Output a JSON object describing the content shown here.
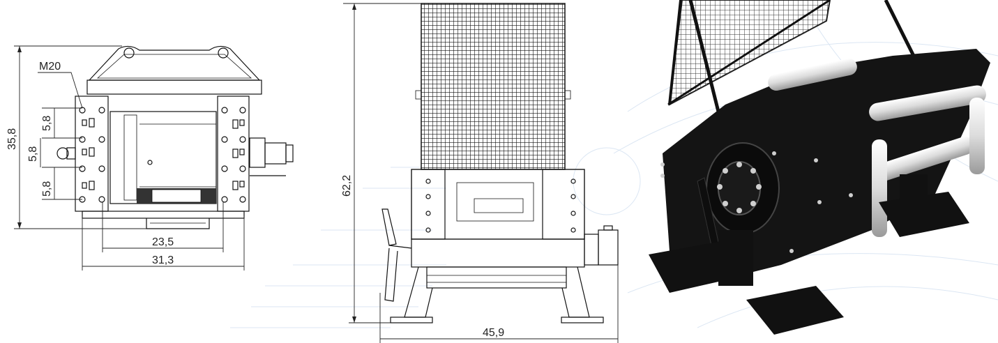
{
  "front_view": {
    "callout": "M20",
    "dims": {
      "height": "35,8",
      "spacing_top": "5,8",
      "spacing_mid": "5,8",
      "spacing_bottom": "5,8",
      "inner_width": "23,5",
      "overall_width": "31,3"
    }
  },
  "side_view": {
    "dims": {
      "height": "62,2",
      "width": "45,9"
    }
  },
  "render_view": {},
  "colors": {
    "line": "#111111",
    "watermark": "#dbe6f3",
    "body_black": "#141414",
    "roller_white": "#e8e8e8"
  }
}
